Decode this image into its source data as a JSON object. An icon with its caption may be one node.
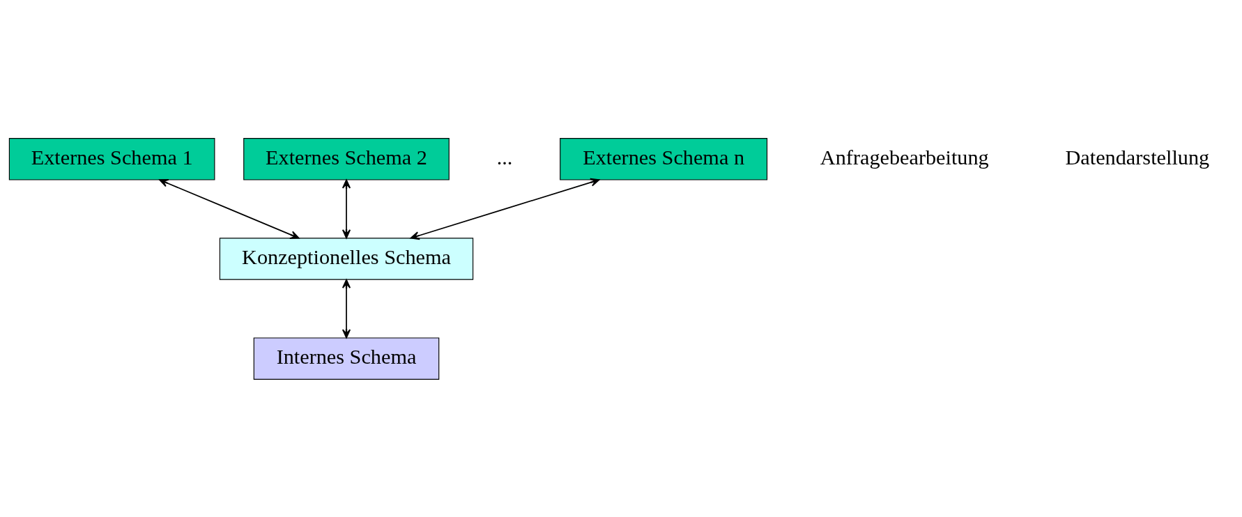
{
  "diagram": {
    "nodes": [
      {
        "text": [
          "Externes Schema 1"
        ]
      },
      {
        "text": [
          "Externes Schema 2"
        ]
      },
      {
        "text": [
          "Externes Schema n"
        ]
      },
      {
        "text": [
          "Konzeptionelles Schema"
        ]
      },
      {
        "text": [
          "Internes Schema"
        ]
      }
    ],
    "edges": [
      {
        "from": 0,
        "to": 3,
        "arrow": "both"
      },
      {
        "from": 1,
        "to": 3,
        "arrow": "both"
      },
      {
        "from": 2,
        "to": 3,
        "arrow": "both"
      },
      {
        "from": 3,
        "to": 4,
        "arrow": "both"
      }
    ],
    "labels": [
      "...",
      "Anfragebearbeitung",
      "Datendarstellung"
    ]
  }
}
